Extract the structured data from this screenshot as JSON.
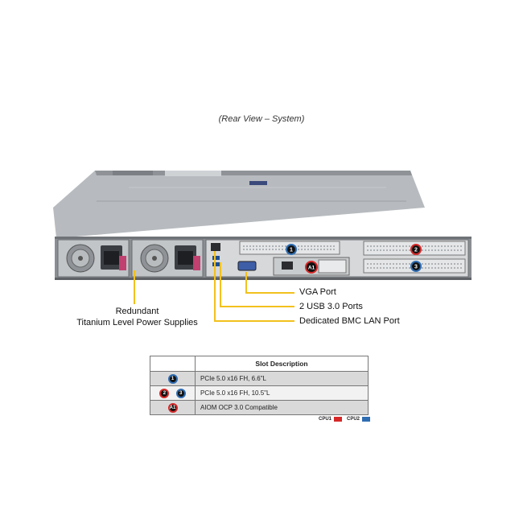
{
  "caption": "(Rear View – System)",
  "callouts": {
    "vga": "VGA Port",
    "usb": "2 USB 3.0 Ports",
    "bmc": "Dedicated BMC LAN Port",
    "psu_line1": "Redundant",
    "psu_line2": "Titanium Level Power Supplies"
  },
  "slot_markers": [
    {
      "id": "1",
      "cpu": "CPU2"
    },
    {
      "id": "2",
      "cpu": "CPU1"
    },
    {
      "id": "3",
      "cpu": "CPU2"
    },
    {
      "id": "A1",
      "cpu": "CPU1"
    }
  ],
  "slot_table": {
    "header": "Slot Description",
    "rows": [
      {
        "badges": [
          {
            "label": "1",
            "cpu": "CPU2"
          }
        ],
        "description": "PCIe 5.0 x16 FH, 6.6\"L"
      },
      {
        "badges": [
          {
            "label": "2",
            "cpu": "CPU1"
          },
          {
            "label": "3",
            "cpu": "CPU2"
          }
        ],
        "description": "PCIe 5.0 x16 FH, 10.5\"L"
      },
      {
        "badges": [
          {
            "label": "A1",
            "cpu": "CPU1"
          }
        ],
        "description": "AIOM OCP 3.0 Compatible"
      }
    ]
  },
  "legend": {
    "cpu1_label": "CPU1",
    "cpu2_label": "CPU2",
    "cpu1_color": "#d62828",
    "cpu2_color": "#2f6db3"
  },
  "colors": {
    "callout_line": "#f2c11d",
    "chassis": "#a9adb1"
  }
}
